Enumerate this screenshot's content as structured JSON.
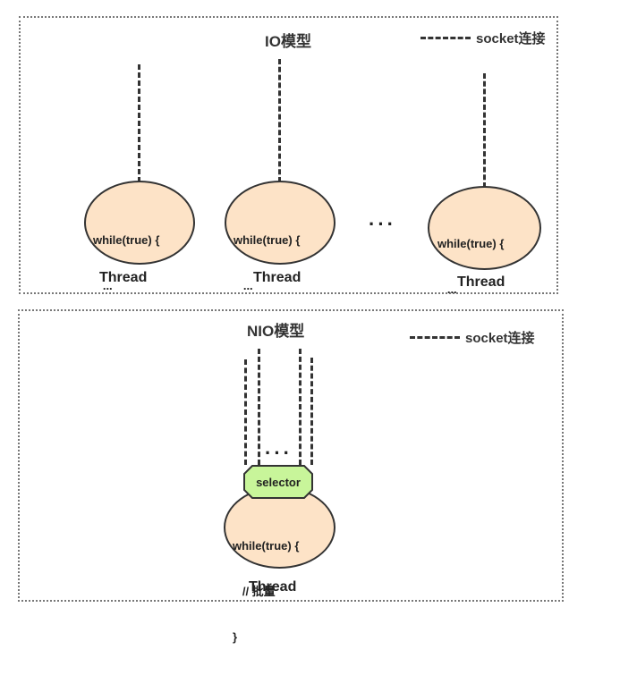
{
  "io_model": {
    "title": "IO模型",
    "legend": "socket连接",
    "ellipsis": "···",
    "threads": [
      {
        "code_line1": "while(true) {",
        "code_line2": "   ...",
        "code_line3": "}",
        "label": "Thread"
      },
      {
        "code_line1": "while(true) {",
        "code_line2": "   ...",
        "code_line3": "}",
        "label": "Thread"
      },
      {
        "code_line1": "while(true) {",
        "code_line2": "   ...",
        "code_line3": "}",
        "label": "Thread"
      }
    ]
  },
  "nio_model": {
    "title": "NIO模型",
    "legend": "socket连接",
    "ellipsis": "···",
    "selector_label": "selector",
    "thread": {
      "code_line1": "while(true) {",
      "code_line2": "   // 批量",
      "code_line3": "}",
      "label": "Thread"
    }
  },
  "colors": {
    "thread_fill": "#fde3c7",
    "selector_fill": "#c8f59a",
    "line": "#333333"
  }
}
